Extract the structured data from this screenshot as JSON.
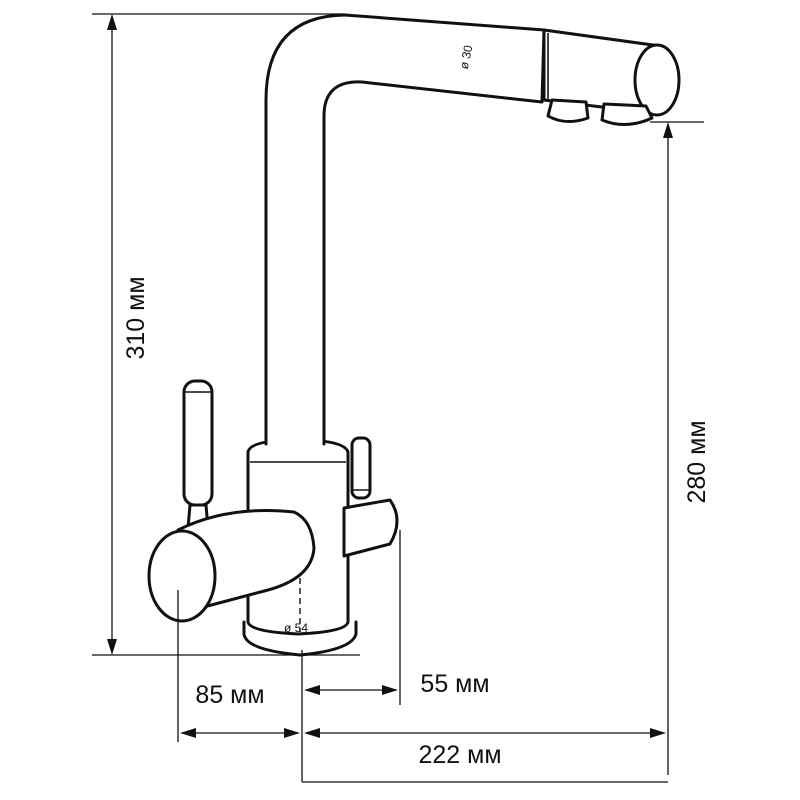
{
  "dimensions": {
    "total_height": "310 мм",
    "spout_height": "280 мм",
    "handle_offset": "85 мм",
    "lever_offset": "55 мм",
    "spout_reach": "222 мм"
  },
  "diameters": {
    "spout": "ø 30",
    "base": "ø 54"
  },
  "colors": {
    "line": "#111111",
    "background": "#ffffff"
  }
}
